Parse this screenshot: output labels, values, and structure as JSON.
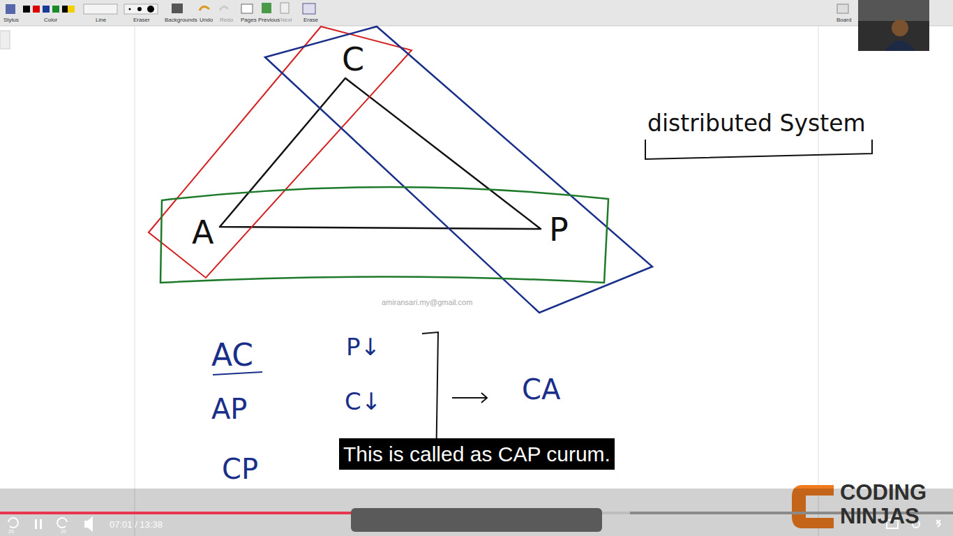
{
  "diagram": {
    "labels": [
      "Stylus",
      "Color",
      "Line",
      "Eraser",
      "Backgrounds",
      "Undo",
      "Redo",
      "Pages",
      "Previous",
      "Next",
      "Erase",
      "Board",
      "C",
      "A",
      "P",
      "distributed System",
      "amiransari.my@gmail.com",
      "AC",
      "P↓",
      "AP",
      "C↓",
      "CA",
      "CP",
      "This is called as CAP curum.",
      "07:01 / 13:38",
      "20",
      "20",
      "CODING",
      "NINJAS"
    ]
  }
}
